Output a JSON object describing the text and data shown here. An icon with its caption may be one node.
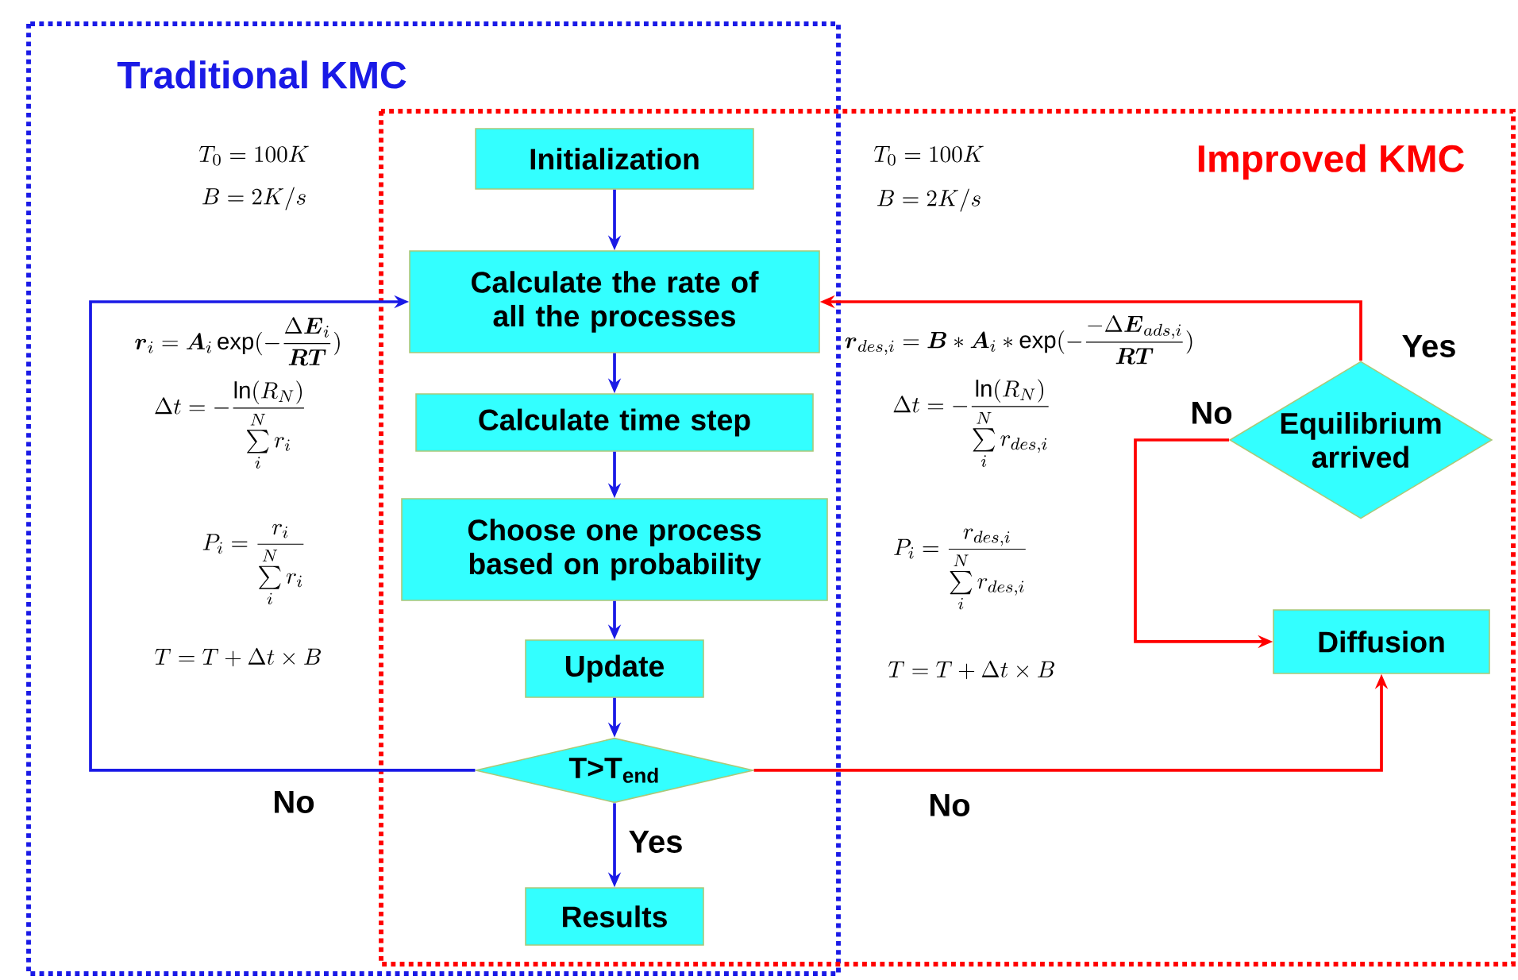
{
  "diagram": {
    "nodes": [
      {
        "text": [
          "Initialization"
        ]
      },
      {
        "text": [
          "Calculate the rate of all the processes"
        ]
      },
      {
        "text": [
          "Calculate time step"
        ]
      },
      {
        "text": [
          "Choose one process based on probability"
        ]
      },
      {
        "text": [
          "Update"
        ]
      },
      {
        "text": [
          "T>T$_{end}$"
        ]
      },
      {
        "text": [
          "Results"
        ]
      },
      {
        "text": [
          "Equilibrium arrived"
        ]
      },
      {
        "text": [
          "Diffusion"
        ]
      }
    ],
    "edges": [
      {
        "from": 0,
        "to": 1,
        "arrow": "to"
      },
      {
        "from": 1,
        "to": 2,
        "arrow": "to"
      },
      {
        "from": 2,
        "to": 3,
        "arrow": "to"
      },
      {
        "from": 3,
        "to": 4,
        "arrow": "to"
      },
      {
        "from": 4,
        "to": 5,
        "arrow": "to"
      },
      {
        "from": 5,
        "to": 6,
        "arrow": "to",
        "label": "Yes"
      },
      {
        "from": 5,
        "to": 1,
        "arrow": "to",
        "label": "No"
      },
      {
        "from": 5,
        "to": 8,
        "arrow": "to",
        "label": "No",
        "color": "#ff0000"
      },
      {
        "from": 7,
        "to": 8,
        "arrow": "to",
        "label": "No",
        "color": "#ff0000"
      },
      {
        "from": 7,
        "to": 1,
        "arrow": "to",
        "label": "Yes",
        "color": "#ff0000"
      }
    ],
    "labels": [
      "Traditional KMC",
      "Improved KMC",
      "T_0 = 100K",
      "B = 2K/s",
      "\\boldsymbol{r}_i = \\boldsymbol{A}_i \\exp(-\\dfrac{\\Delta \\boldsymbol{E}_i}{\\boldsymbol{RT}})",
      "\\Delta t = -\\dfrac{\\ln(R_N)}{\\sum\\limits_{i}^{N} r_i}",
      "P_i = \\dfrac{r_i}{\\sum\\limits_{i}^{N} r_i}",
      "T = T + \\Delta t \\times B",
      "T_0 = 100K",
      "B = 2K/s",
      "\\boldsymbol{r}_{des,i} = \\boldsymbol{B} * \\boldsymbol{A}_i * \\exp(-\\dfrac{-\\Delta \\boldsymbol{E}_{ads,i}}{\\boldsymbol{RT}})",
      "\\Delta t = -\\dfrac{\\ln(R_N)}{\\sum\\limits_{i}^{N} r_{des,i}}",
      "P_i = \\dfrac{r_{des,i}}{\\sum\\limits_{i}^{N} r_{des,i}}",
      "T = T + \\Delta t \\times B"
    ]
  }
}
